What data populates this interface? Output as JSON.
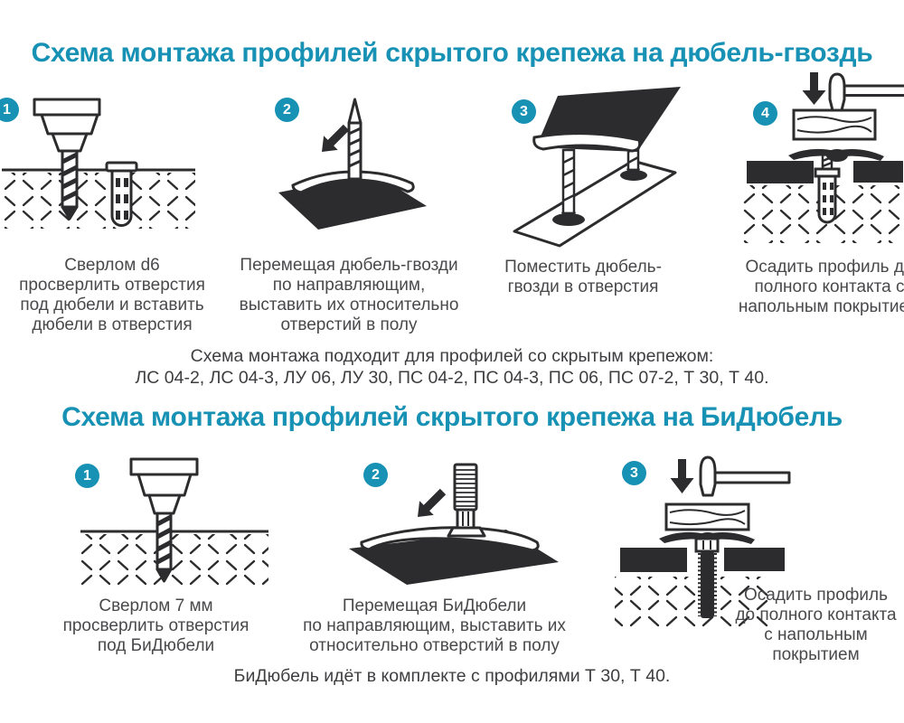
{
  "page": {
    "background": "#ffffff",
    "accent_color": "#1791b4",
    "ink_color": "#2c2c2e"
  },
  "sections": [
    {
      "title": "Схема монтажа профилей скрытого крепежа на дюбель-гвоздь",
      "steps": [
        {
          "num": "1",
          "caption": "Сверлом d6\nпросверлить отверстия\nпод дюбели и вставить\nдюбели в отверстия"
        },
        {
          "num": "2",
          "caption": "Перемещая дюбель-гвозди\nпо направляющим,\nвыставить их относительно\nотверстий в полу"
        },
        {
          "num": "3",
          "caption": "Поместить дюбель-\nгвозди в отверстия"
        },
        {
          "num": "4",
          "caption": "Осадить профиль до\nполного контакта с\nнапольным покрытием"
        }
      ],
      "note": "Схема монтажа подходит для профилей со скрытым крепежом:\nЛС 04-2, ЛС 04-3, ЛУ 06, ЛУ 30, ПС 04-2, ПС 04-3, ПС 06, ПС 07-2, Т 30, Т 40."
    },
    {
      "title": "Схема монтажа профилей скрытого крепежа на БиДюбель",
      "steps": [
        {
          "num": "1",
          "caption": "Сверлом 7 мм\nпросверлить отверстия\nпод БиДюбели"
        },
        {
          "num": "2",
          "caption": "Перемещая БиДюбели\nпо направляющим, выставить их\nотносительно отверстий в полу"
        },
        {
          "num": "3",
          "caption": "Осадить профиль\nдо полного контакта\nс напольным\nпокрытием"
        }
      ],
      "note": "БиДюбель идёт в комплекте с профилями Т 30, Т 40."
    }
  ]
}
